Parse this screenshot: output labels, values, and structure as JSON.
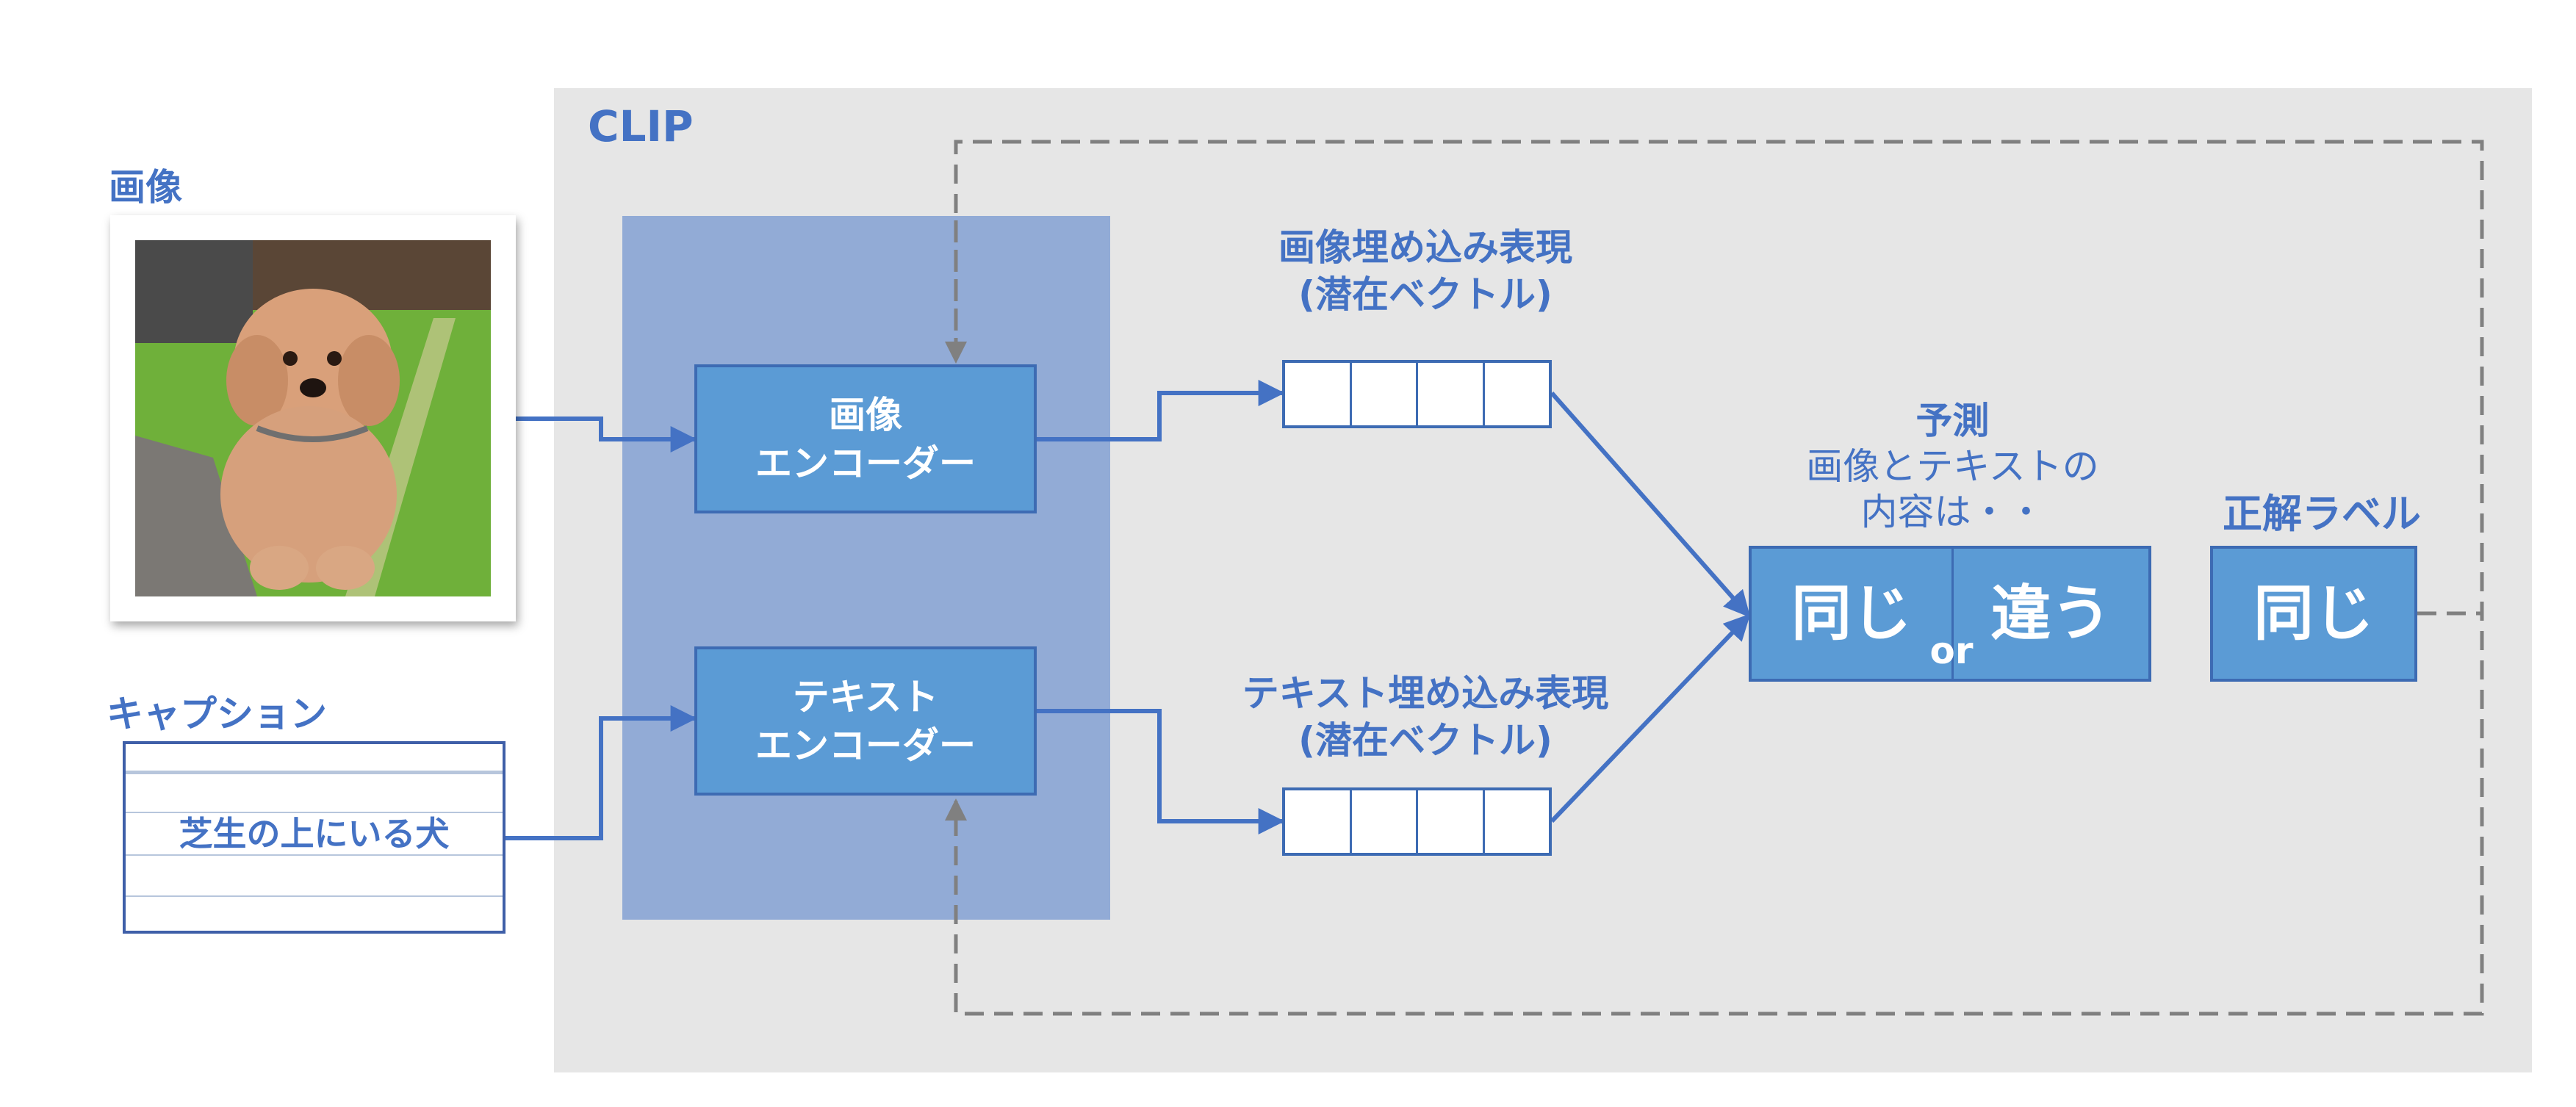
{
  "diagram": {
    "clip_title": "CLIP",
    "image_label": "画像",
    "caption_label": "キャプション",
    "caption_text": "芝生の上にいる犬",
    "image_encoder": {
      "line1": "画像",
      "line2": "エンコーダー"
    },
    "text_encoder": {
      "line1": "テキスト",
      "line2": "エンコーダー"
    },
    "image_embedding": {
      "line1": "画像埋め込み表現",
      "line2": "(潜在ベクトル)"
    },
    "text_embedding": {
      "line1": "テキスト埋め込み表現",
      "line2": "(潜在ベクトル)"
    },
    "prediction": {
      "title": "予測",
      "line1": "画像とテキストの",
      "line2": "内容は・・",
      "same": "同じ",
      "or": "or",
      "different": "違う"
    },
    "ground_truth": {
      "title": "正解ラベル",
      "value": "同じ"
    }
  },
  "colors": {
    "accent": "#4472c4",
    "box_fill": "#5b9bd5",
    "box_border": "#3d6bb3",
    "encoder_panel": "#92abd6",
    "clip_panel": "#e6e6e6",
    "dashed": "#808080"
  }
}
